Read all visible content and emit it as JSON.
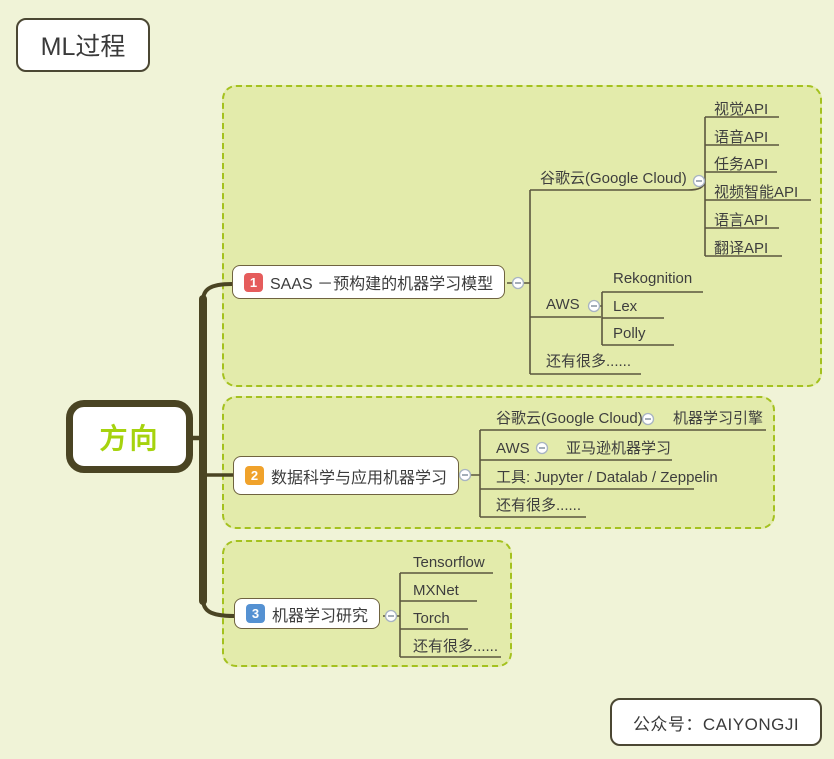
{
  "colors": {
    "background": "#f0f3d7",
    "group_fill": "#e3ebab",
    "group_border": "#a4c11e",
    "trunk": "#4a4423",
    "connector": "#5b563e",
    "root_text": "#a6d30e",
    "badge_1": "#e55c5c",
    "badge_2": "#f0a22b",
    "badge_3": "#5591d2"
  },
  "title_box": {
    "label": "ML过程"
  },
  "root_node": {
    "label": "方向"
  },
  "watermark_box": {
    "label": "公众号：CAIYONGJI"
  },
  "branch1": {
    "badge": "1",
    "label": "SAAS －预构建的机器学习模型",
    "google": {
      "label": "谷歌云(Google Cloud)",
      "apis": [
        "视觉API",
        "语音API",
        "任务API",
        "视频智能API",
        "语言API",
        "翻译API"
      ]
    },
    "aws": {
      "label": "AWS",
      "children": [
        "Rekognition",
        "Lex",
        "Polly"
      ]
    },
    "more": "还有很多......"
  },
  "branch2": {
    "badge": "2",
    "label": "数据科学与应用机器学习",
    "google": {
      "label": "谷歌云(Google Cloud)",
      "child": "机器学习引擎"
    },
    "aws": {
      "label": "AWS",
      "child": "亚马逊机器学习"
    },
    "tools": "工具: Jupyter / Datalab / Zeppelin",
    "more": "还有很多......"
  },
  "branch3": {
    "badge": "3",
    "label": "机器学习研究",
    "children": [
      "Tensorflow",
      "MXNet",
      "Torch",
      "还有很多......"
    ]
  }
}
